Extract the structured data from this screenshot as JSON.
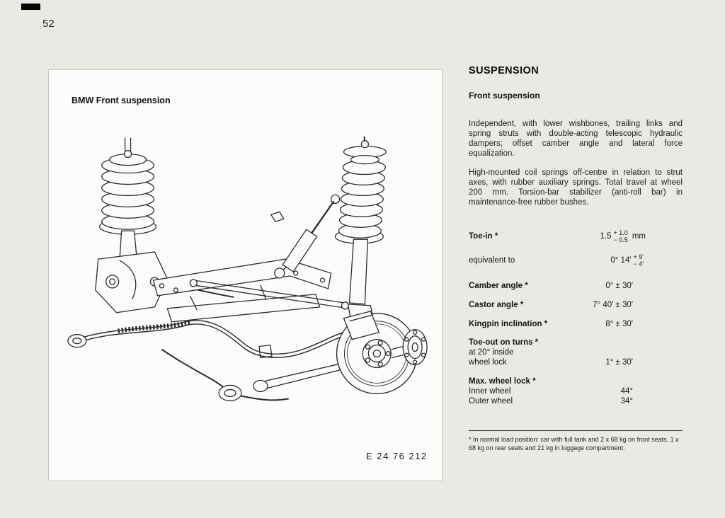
{
  "page": {
    "number": "52"
  },
  "figure": {
    "caption": "BMW Front suspension",
    "reference": "E 24 76 212",
    "illustration_name": "front-suspension-technical-drawing"
  },
  "content": {
    "title": "SUSPENSION",
    "subtitle": "Front suspension",
    "paragraphs": [
      "Independent, with lower wishbones, trailing links and spring struts with double-acting telescopic hydraulic dampers; offset camber angle and lateral force equalization.",
      "High-mounted coil springs off-centre in relation to strut axes, with rubber auxiliary springs. Total travel at wheel 200 mm. Torsion-bar stabilizer (anti-roll bar) in maintenance-free rubber bushes."
    ],
    "specs": {
      "toe_in": {
        "label": "Toe-in *",
        "value": "1.5",
        "tol_plus": "+ 1.0",
        "tol_minus": "− 0.5",
        "unit": "mm"
      },
      "equivalent": {
        "label": "equivalent to",
        "value": "0° 14'",
        "tol_plus": "+ 9'",
        "tol_minus": "− 4'"
      },
      "camber": {
        "label": "Camber angle *",
        "value": "0° ± 30'"
      },
      "castor": {
        "label": "Castor angle *",
        "value": "7° 40' ± 30'"
      },
      "kingpin": {
        "label": "Kingpin inclination *",
        "value": "8° ± 30'"
      },
      "toe_out": {
        "label": "Toe-out on turns *",
        "line2": "at 20° inside",
        "line3": "wheel lock",
        "value": "1° ± 30'"
      },
      "max_lock": {
        "label": "Max. wheel lock *",
        "inner_label": "Inner wheel",
        "inner_value": "44°",
        "outer_label": "Outer wheel",
        "outer_value": "34°"
      }
    },
    "footnote": "* In normal load position: car with full tank and 2 x 68 kg on front seats, 1 x 68 kg on rear seats and 21 kg in luggage compartment."
  },
  "colors": {
    "page_background": "#e9e9e5",
    "panel_background": "#fcfcfa",
    "ink": "#141414"
  }
}
